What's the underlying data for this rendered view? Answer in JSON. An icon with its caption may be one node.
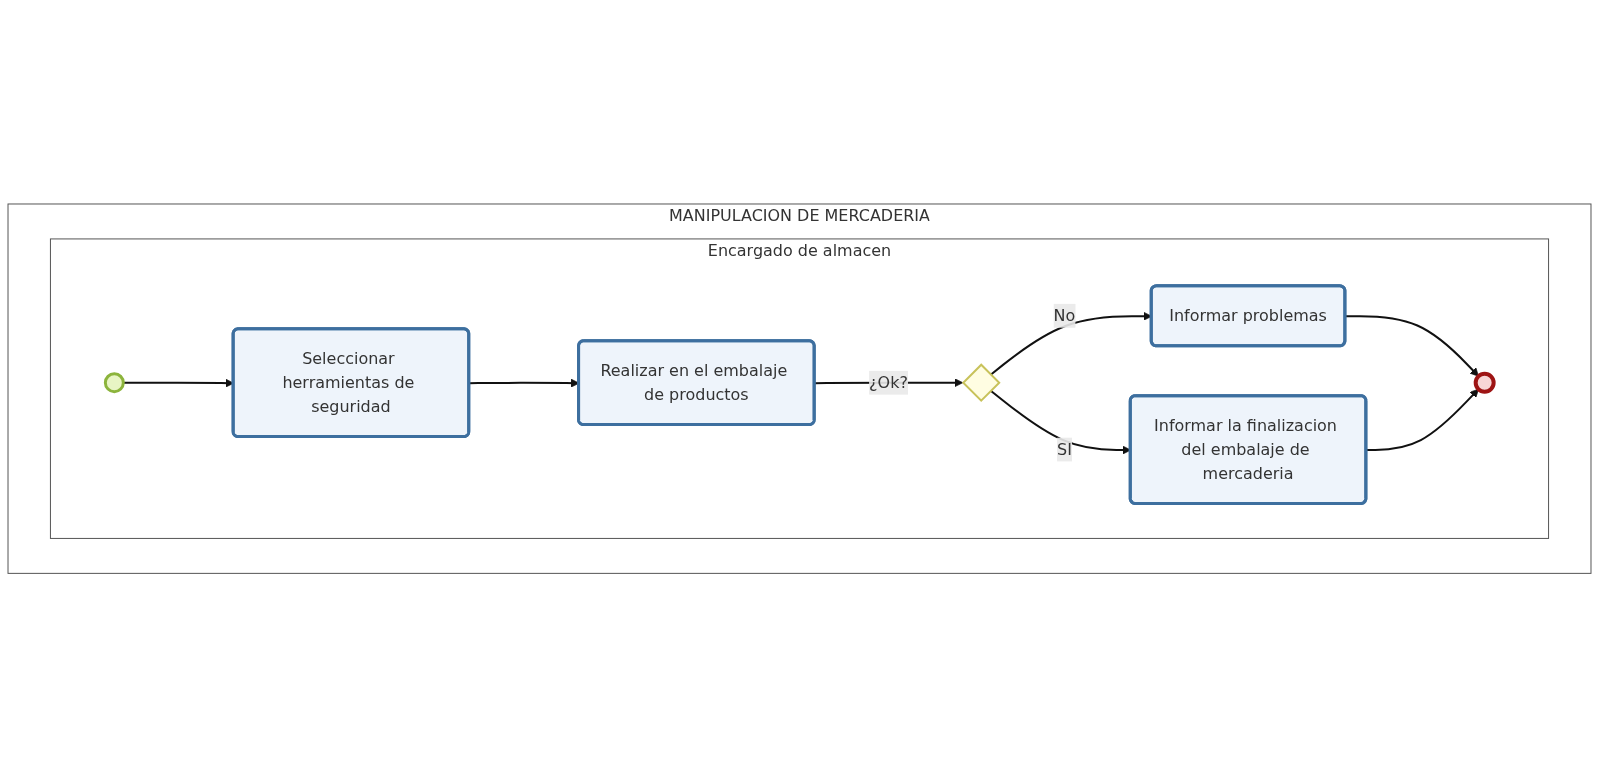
{
  "diagram": {
    "nodes": [
      {
        "text": [
          "MANIPULACION DE MERCADERIA"
        ]
      },
      {
        "text": [
          "Encargado de almacen"
        ],
        "in": 0
      },
      {
        "text": [],
        "shape": "circle",
        "in": 1
      },
      {
        "text": [
          "Seleccionar herramientas de seguridad"
        ],
        "in": 1
      },
      {
        "text": [
          "Informar problemas"
        ],
        "in": 1
      },
      {
        "text": [],
        "shape": "circle",
        "in": 1
      },
      {
        "text": [
          "Realizar en el embalaje de productos"
        ],
        "in": 1
      },
      {
        "text": [],
        "shape": "diamond",
        "in": 1
      },
      {
        "text": [
          "Informar la finalizacion del embalaje de mercaderia"
        ],
        "in": 1
      }
    ],
    "edges": [
      {
        "from": 2,
        "to": 3,
        "arrow": "to"
      },
      {
        "from": 3,
        "to": 6,
        "arrow": "to"
      },
      {
        "from": 6,
        "to": 7,
        "label": "¿Ok?",
        "arrow": "to"
      },
      {
        "from": 7,
        "to": 4,
        "label": "No",
        "arrow": "to"
      },
      {
        "from": 7,
        "to": 8,
        "label": "SI",
        "arrow": "to"
      },
      {
        "from": 4,
        "to": 5,
        "arrow": "to"
      },
      {
        "from": 8,
        "to": 5,
        "arrow": "to"
      }
    ]
  }
}
